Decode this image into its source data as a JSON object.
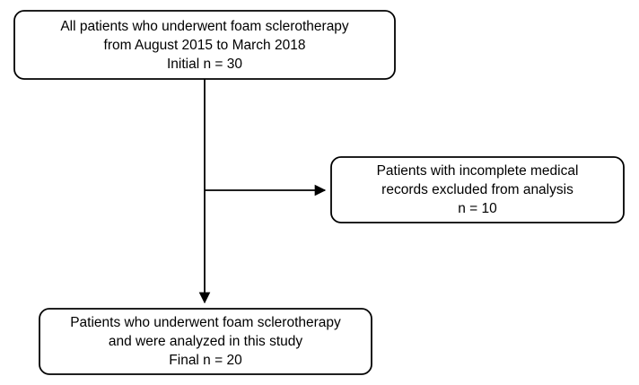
{
  "diagram": {
    "type": "flowchart",
    "title": "Patient flow diagram for foam sclerotherapy study",
    "orientation": "vertical",
    "background_color": "#ffffff",
    "stroke_color": "#000000",
    "text_color": "#000000",
    "nodes": [
      {
        "id": "enrolled",
        "shape": "rounded-rectangle",
        "lines": [
          "All patients who underwent foam sclerotherapy",
          "from August 2015 to March 2018",
          "Initial n = 30"
        ],
        "count_label": "Initial n = 30",
        "count_value": 30
      },
      {
        "id": "excluded",
        "shape": "rounded-rectangle",
        "lines": [
          "Patients with incomplete medical",
          "records excluded from analysis",
          "n = 10"
        ],
        "count_label": "n = 10",
        "count_value": 10
      },
      {
        "id": "analyzed",
        "shape": "rounded-rectangle",
        "lines": [
          "Patients who underwent foam sclerotherapy",
          "and were analyzed in this study",
          "Final n = 20"
        ],
        "count_label": "Final n = 20",
        "count_value": 20
      }
    ],
    "connectors": [
      {
        "id": "enrolled-to-analyzed",
        "from": "enrolled",
        "to": "analyzed",
        "direction": "down",
        "arrowhead": true,
        "label": ""
      },
      {
        "id": "enrolled-to-excluded",
        "from": "enrolled",
        "to": "excluded",
        "direction": "right",
        "arrowhead": true,
        "label": ""
      }
    ]
  }
}
